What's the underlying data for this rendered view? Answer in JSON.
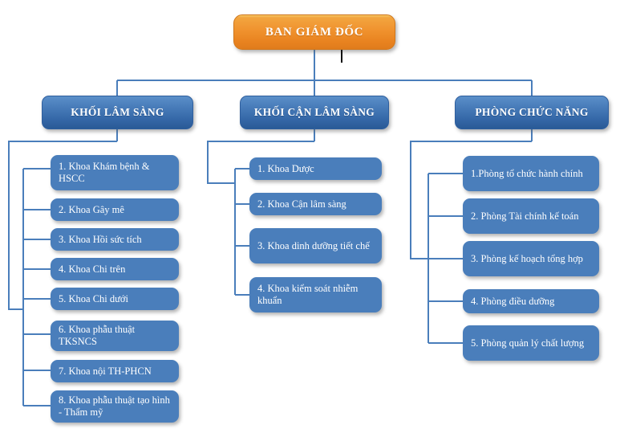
{
  "diagram": {
    "title": "BAN GIÁM ĐỐC",
    "type": "organizational-chart",
    "colors": {
      "root_fill": "#f0922e",
      "root_border": "#d0771c",
      "group_fill": "#3568a8",
      "group_border": "#2f5f9e",
      "leaf_fill": "#4a7ebb",
      "connector": "#4a7ebb",
      "text": "#ffffff",
      "background": "#ffffff"
    }
  },
  "root": {
    "label": "BAN GIÁM ĐỐC"
  },
  "groups": [
    {
      "id": "khoi-lam-sang",
      "label": "KHỐI LÂM SÀNG",
      "children": [
        {
          "label": "1. Khoa Khám bệnh & HSCC"
        },
        {
          "label": "2. Khoa Gây mê"
        },
        {
          "label": "3. Khoa Hồi sức tích"
        },
        {
          "label": "4. Khoa Chi trên"
        },
        {
          "label": "5. Khoa Chi dưới"
        },
        {
          "label": "6. Khoa phẫu thuật TKSNCS"
        },
        {
          "label": "7. Khoa nội TH-PHCN"
        },
        {
          "label": "8. Khoa phẫu thuật tạo hình - Thẩm mỹ"
        }
      ]
    },
    {
      "id": "khoi-can-lam-sang",
      "label": "KHỐI CẬN LÂM SÀNG",
      "children": [
        {
          "label": "1. Khoa Dược"
        },
        {
          "label": "2. Khoa Cận lâm sàng"
        },
        {
          "label": "3. Khoa dinh dưỡng tiết chế"
        },
        {
          "label": "4. Khoa kiểm soát nhiễm khuẩn"
        }
      ]
    },
    {
      "id": "phong-chuc-nang",
      "label": "PHÒNG CHỨC NĂNG",
      "children": [
        {
          "label": "1.Phòng tổ chức hành chính"
        },
        {
          "label": "2. Phòng Tài chính kế toán"
        },
        {
          "label": "3. Phòng kế hoạch tổng hợp"
        },
        {
          "label": "4. Phòng điều dưỡng"
        },
        {
          "label": "5. Phòng quản lý chất lượng"
        }
      ]
    }
  ]
}
